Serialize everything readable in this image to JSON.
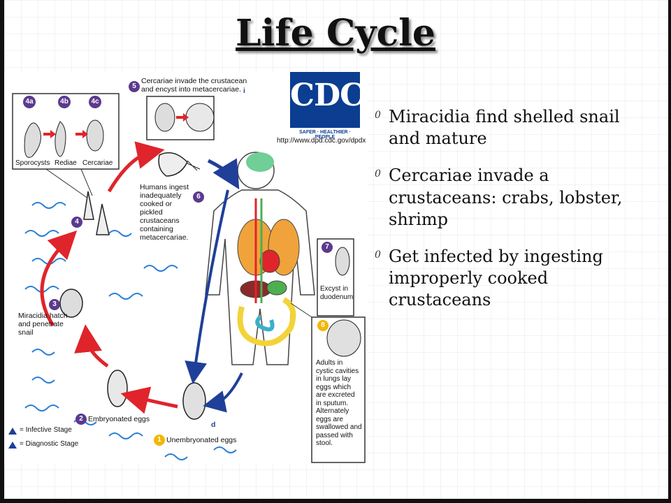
{
  "slide": {
    "title": "Life Cycle",
    "bullet_marker": "0",
    "bullets": [
      "Miracidia find shelled snail and mature",
      "Cercariae invade a crustaceans: crabs, lobster, shrimp",
      "Get infected by ingesting improperly cooked crustaceans"
    ]
  },
  "logo": {
    "text": "CDC",
    "tagline": "SAFER · HEALTHIER · PEOPLE",
    "url": "http://www.dpd.cdc.gov/dpdx"
  },
  "diagram": {
    "stage_4_sublabels": [
      "4a",
      "4b",
      "4c"
    ],
    "stage_4_names": [
      "Sporocysts",
      "Rediae",
      "Cercariae"
    ],
    "step5": "Cercariae invade the crustacean and encyst into metacercariae.",
    "step6": "Humans ingest inadequately cooked or pickled crustaceans containing metacercariae.",
    "step3": "Miracidia hatch and penetrate snail",
    "step2": "Embryonated eggs",
    "step1": "Unembryonated eggs",
    "step7": "Excyst in duodenum",
    "step8": "Adults in cystic cavities in lungs lay eggs which are excreted in sputum. Alternately eggs are swallowed and passed with stool.",
    "legend_infective": "= Infective Stage",
    "legend_diagnostic": "= Diagnostic Stage",
    "numbers": [
      "1",
      "2",
      "3",
      "4",
      "5",
      "6",
      "7",
      "8"
    ],
    "letter_i": "i",
    "letter_d": "d",
    "colors": {
      "infective_arrow": "#e0242b",
      "diagnostic_arrow": "#1f3f99",
      "step_circle": "#5b3a8e",
      "step1_circle": "#f2b705",
      "water": "#2a7fd4"
    }
  }
}
